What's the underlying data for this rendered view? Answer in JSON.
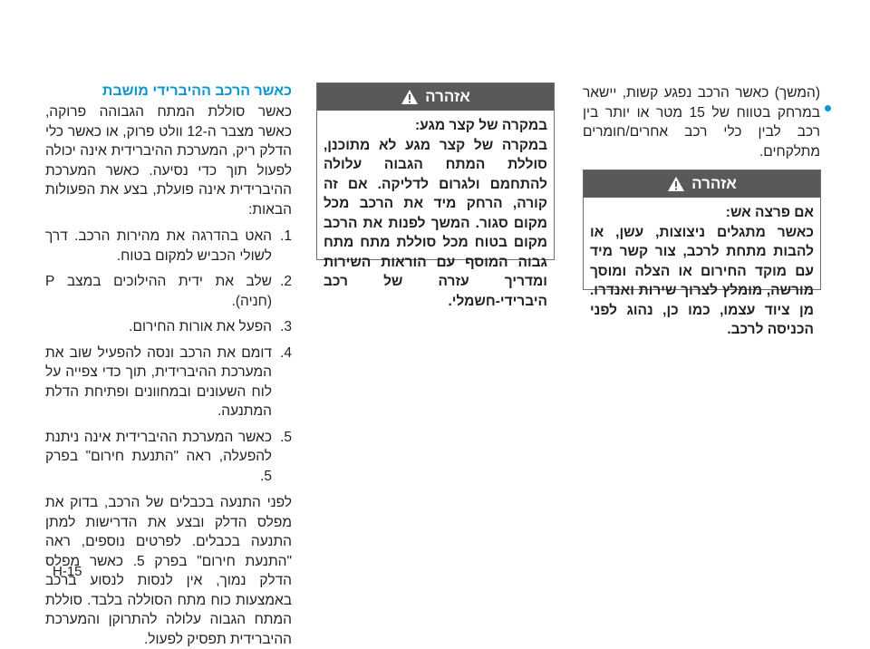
{
  "page_number": "H-15",
  "right_column": {
    "continued_text": "(המשך) כאשר הרכב נפגע קשות, יישאר במרחק בטווח של 15 מטר או יותר בין רכב לבין כלי רכב אחרים/חומרים מתלקחים."
  },
  "warning_mid": {
    "title": "אזהרה",
    "intro": "במקרה של קצר מגע:",
    "text": "במקרה של קצר מגע לא מתוכנן, סוללת המתח הגבוה עלולה להתחמם ולגרום לדליקה. אם זה קורה, הרחק מיד את הרכב מכל מקום סגור. המשך לפנות את הרכב מקום בטוח מכל סוללת מתח מתח גבוה המוסף עם הוראות השירות ומדריך עזרה של רכב היברידי-חשמלי."
  },
  "warning_right": {
    "title": "אזהרה",
    "intro": "אם פרצה אש:",
    "text": "כאשר מתגלים ניצוצות, עשן, או להבות מתחת לרכב, צור קשר מיד עם מוקד החירום או הצלה ומוסך מורשה, מומלץ לצרוך שירות ואנדרו. מן ציוד עצמו, כמו כן, נהוג לפני הכניסה לרכב."
  },
  "left_column": {
    "heading": "כאשר הרכב ההיברידי מושבת",
    "intro": "כאשר סוללת המתח הגבוהה פרוקה, כאשר מצבר ה-12 וולט פרוק, או כאשר כלי הדלק ריק, המערכת ההיברידית אינה יכולה לפעול תוך כדי נסיעה. כאשר המערכת ההיברידית אינה פועלת, בצע את הפעולות הבאות:",
    "steps": [
      {
        "num": "1.",
        "text": "האט בהדרגה את מהירות הרכב. דרך לשולי הכביש למקום בטוח."
      },
      {
        "num": "2.",
        "text": "שלב את ידית ההילוכים במצב P (חניה)."
      },
      {
        "num": "3.",
        "text": "הפעל את אורות החירום."
      },
      {
        "num": "4.",
        "text": "דומם את הרכב ונסה להפעיל שוב את המערכת ההיברידית, תוך כדי צפייה על לוח השעונים ובמחוונים ופתיחת הדלת המתנעה."
      },
      {
        "num": "5.",
        "text": "כאשר המערכת ההיברידית אינה ניתנת להפעלה, ראה \"התנעת חירום\" בפרק 5."
      }
    ],
    "closing": "לפני התנעה בכבלים של הרכב, בדוק את מפלס הדלק ובצע את הדרישות למתן התנעה בכבלים. לפרטים נוספים, ראה \"התנעת חירום\" בפרק 5. כאשר מפלס הדלק נמוך, אין לנסות לנסוע ברכב באמצעות כוח מתח הסוללה בלבד. סוללת המתח הגבוה עלולה להתרוקן והמערכת ההיברידית תפסיק לפעול."
  }
}
